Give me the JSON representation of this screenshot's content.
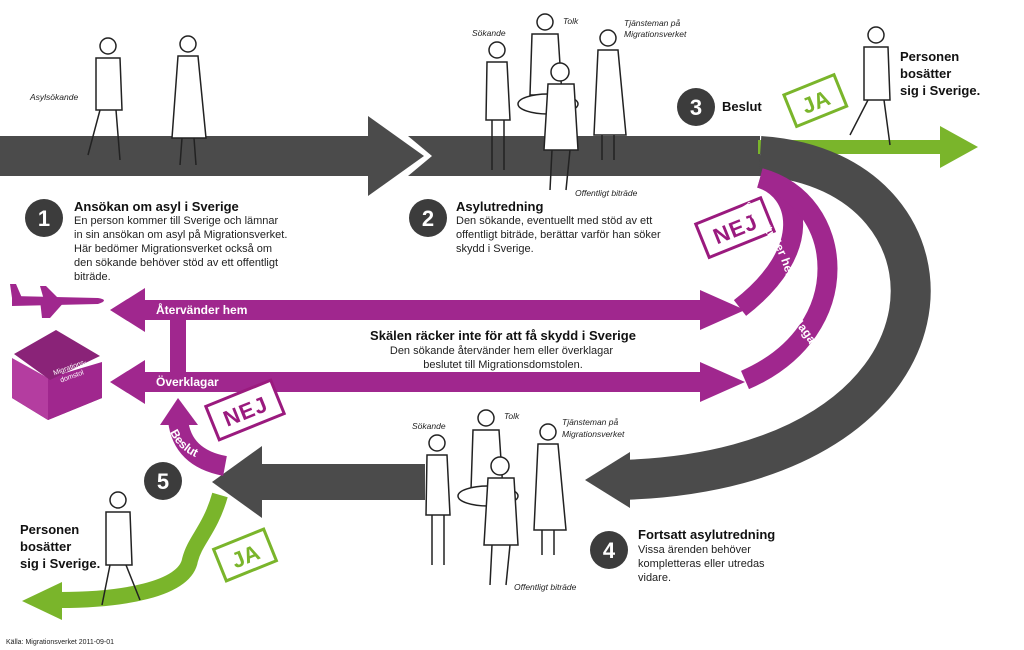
{
  "colors": {
    "main_flow": "#4b4b4b",
    "return_flow": "#a0278e",
    "positive_flow": "#7ab52b",
    "badge": "#3c3c3c"
  },
  "step1": {
    "number": "1",
    "title": "Ansökan om asyl i Sverige",
    "lines": [
      "En person kommer till Sverige och lämnar",
      "in sin ansökan om asyl på Migrationsverket.",
      "Här bedömer Migrationsverket också om",
      "den sökande behöver stöd av ett offentligt",
      "biträde."
    ],
    "label_asylsokande": "Asylsökande"
  },
  "step2": {
    "number": "2",
    "title": "Asylutredning",
    "lines": [
      "Den sökande, eventuellt med stöd av ett",
      "offentligt biträde, berättar varför han söker",
      "skydd i Sverige."
    ],
    "label_sokande": "Sökande",
    "label_tolk": "Tolk",
    "label_tjansteman": [
      "Tjänsteman på",
      "Migrationsverket"
    ],
    "label_bitrade": "Offentligt biträde"
  },
  "step3": {
    "number": "3",
    "title": "Beslut",
    "stamp": "JA",
    "outcome": [
      "Personen",
      "bosätter",
      "sig i Sverige."
    ]
  },
  "reject": {
    "stamp_top": "NEJ",
    "stamp_bottom": "NEJ",
    "curve_return_label": "Återvänder hem",
    "curve_appeal_label": "Överklagar",
    "return_arrow_label": "Återvänder hem",
    "appeal_arrow_label": "Överklagar",
    "title": "Skälen räcker inte för att få skydd i Sverige",
    "lines": [
      "Den sökande återvänder hem eller överklagar",
      "beslutet till Migrationsdomstolen."
    ],
    "court_label": [
      "Migrations-",
      "domstol"
    ]
  },
  "step4": {
    "number": "4",
    "title": "Fortsatt asylutredning",
    "lines": [
      "Vissa ärenden behöver",
      "kompletteras eller utredas",
      "vidare."
    ],
    "label_sokande": "Sökande",
    "label_tolk": "Tolk",
    "label_tjansteman": [
      "Tjänsteman på",
      "Migrationsverket"
    ],
    "label_bitrade": "Offentligt biträde"
  },
  "step5": {
    "number": "5",
    "curve_label_top": "Beslut",
    "curve_label_bottom": "Beslut",
    "stamp": "JA",
    "outcome": [
      "Personen",
      "bosätter",
      "sig i Sverige."
    ]
  },
  "source": "Källa: Migrationsverket 2011-09-01"
}
